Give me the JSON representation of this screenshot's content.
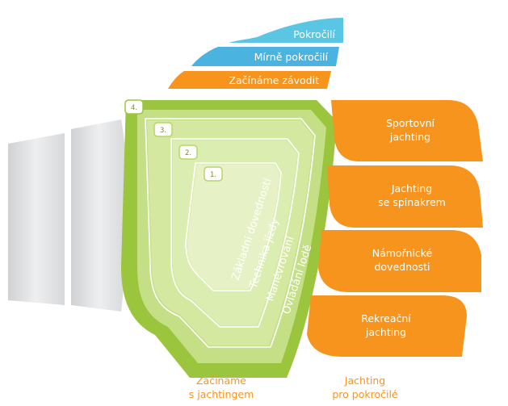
{
  "tiers": [
    {
      "label": "Pokročilí",
      "color": "#5bc6e3"
    },
    {
      "label": "Mírně pokročilí",
      "color": "#4bb3e0"
    },
    {
      "label": "Začínáme závodit",
      "color": "#f7941d"
    }
  ],
  "levels": [
    {
      "number": "4.",
      "label": "Ovládání lodě"
    },
    {
      "number": "3.",
      "label": "Manévrování"
    },
    {
      "number": "2.",
      "label": "Technika jízdy"
    },
    {
      "number": "1.",
      "label": "Základní dovednosti"
    }
  ],
  "cards": [
    {
      "line1": "Sportovní",
      "line2": "jachting"
    },
    {
      "line1": "Jachting",
      "line2": "se spinakrem"
    },
    {
      "line1": "Námořnické",
      "line2": "dovednosti"
    },
    {
      "line1": "Rekreační",
      "line2": "jachting"
    }
  ],
  "captions": {
    "left": {
      "line1": "Začínáme",
      "line2": "s jachtingem"
    },
    "right": {
      "line1": "Jachting",
      "line2": "pro pokročilé"
    }
  },
  "colors": {
    "orange": "#f7941d",
    "green_outer": "#9bc53d",
    "green_light": "#e3f0c4",
    "grey": "#e6e7e8"
  }
}
